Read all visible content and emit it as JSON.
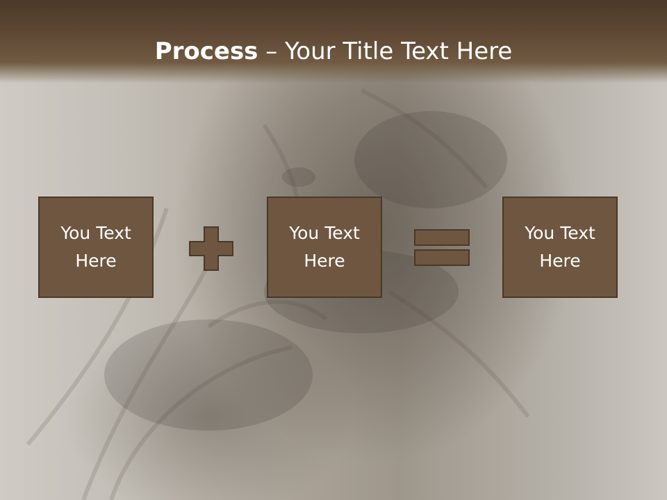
{
  "slide": {
    "title_bold": "Process",
    "title_rest": " – Your Title Text Here"
  },
  "boxes": [
    {
      "label": "You Text Here"
    },
    {
      "label": "You Text Here"
    },
    {
      "label": "You Text Here"
    }
  ],
  "operators": [
    {
      "icon": "plus-icon"
    },
    {
      "icon": "equals-icon"
    }
  ],
  "colors": {
    "header": "#5e4834",
    "box_fill": "#6e5640",
    "box_border": "#4a3827",
    "text": "#ffffff"
  }
}
